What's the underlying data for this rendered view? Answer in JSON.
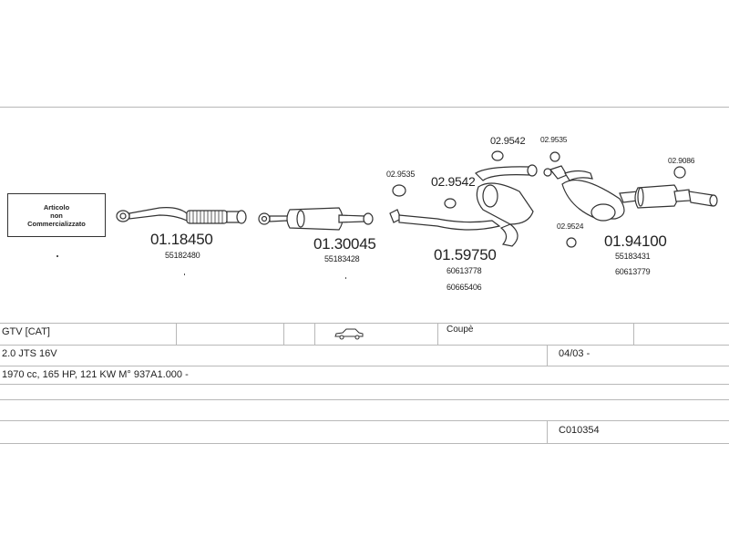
{
  "box": {
    "line1": "Articolo",
    "line2": "non",
    "line3": "Commercializzato"
  },
  "parts": [
    {
      "code": "01.18450",
      "refs": [
        "55182480"
      ]
    },
    {
      "code": "01.30045",
      "refs": [
        "55183428"
      ]
    },
    {
      "code": "01.59750",
      "refs": [
        "60613778",
        "60665406"
      ]
    },
    {
      "code": "01.94100",
      "refs": [
        "55183431",
        "60613779"
      ]
    }
  ],
  "small_parts": [
    {
      "code": "02.9535"
    },
    {
      "code": "02.9542"
    },
    {
      "code": "02.9542"
    },
    {
      "code": "02.9535"
    },
    {
      "code": "02.9086"
    },
    {
      "code": "02.9524"
    }
  ],
  "info": {
    "model": "GTV  [CAT]",
    "body": "Coupè",
    "engine": "2.0 JTS 16V",
    "date": "04/03 -",
    "spec": "1970 cc, 165 HP, 121 KW M° 937A1.000 -",
    "ref": "C010354"
  },
  "icons": [
    "car-icon"
  ]
}
